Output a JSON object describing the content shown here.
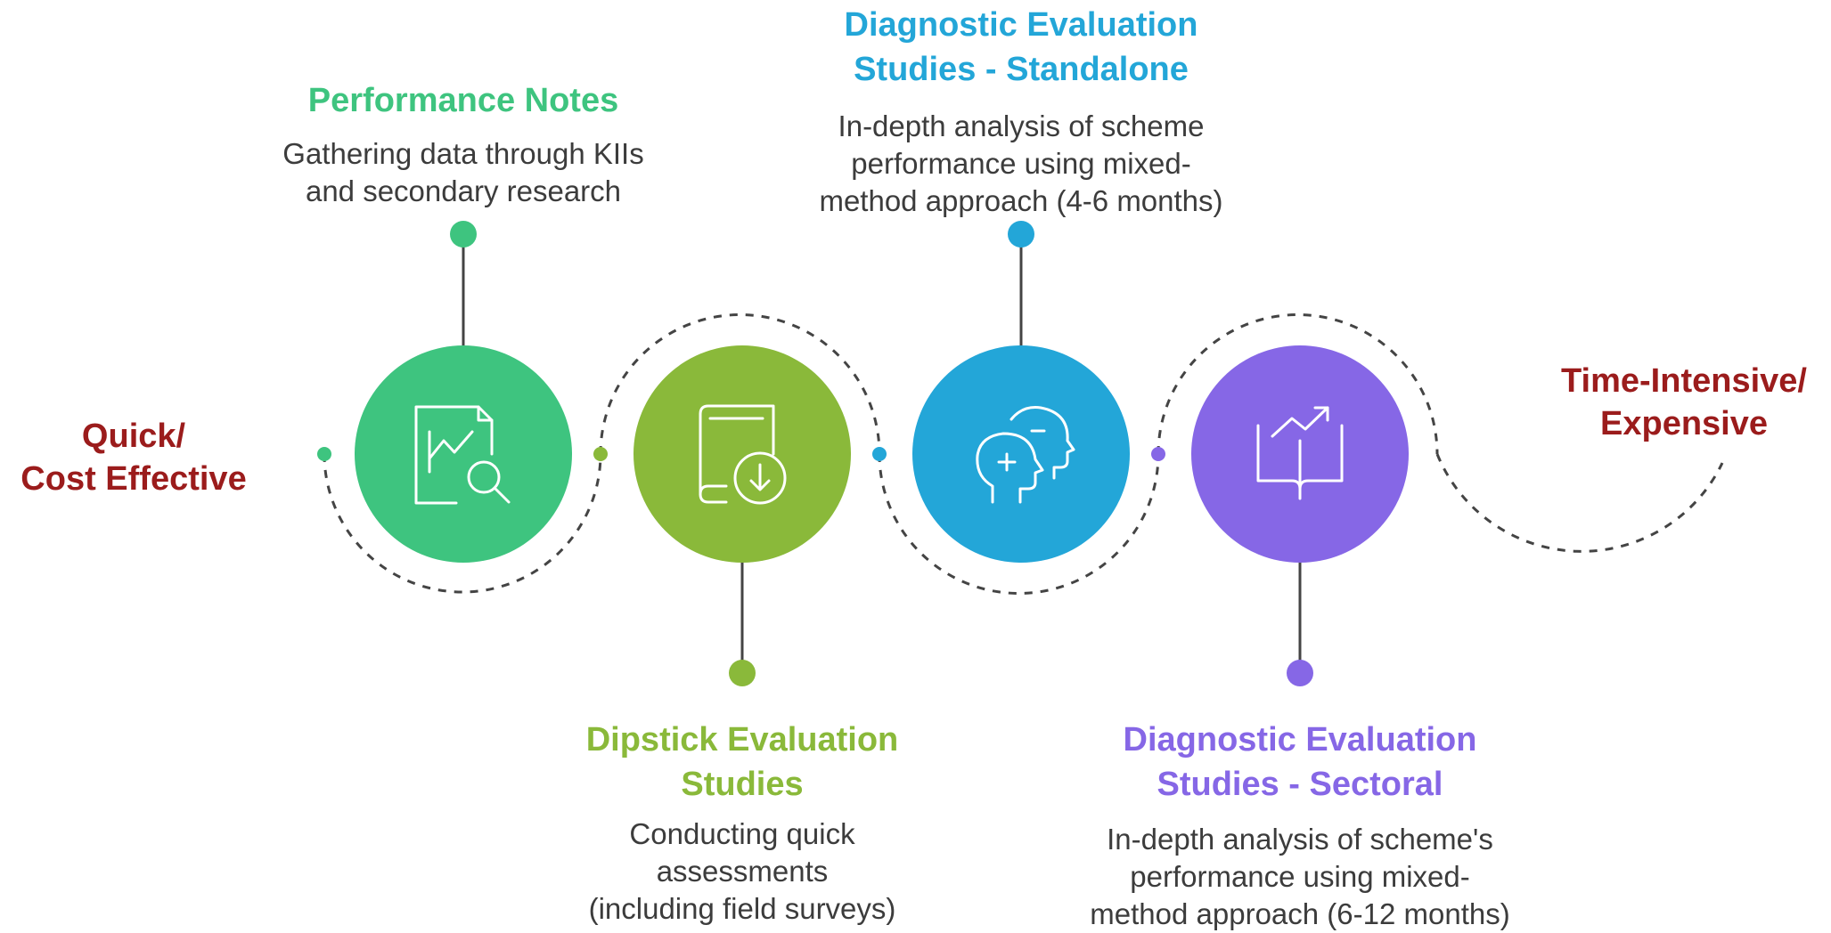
{
  "endpoints": {
    "left": "Quick/\nCost Effective",
    "right": "Time-Intensive/\nExpensive"
  },
  "colors": {
    "green": "#3ec47f",
    "lime": "#8ab93a",
    "blue": "#23a6d8",
    "purple": "#8667e6",
    "endpoint": "#9b1c1c"
  },
  "steps": [
    {
      "title": "Performance Notes",
      "description": "Gathering data through KIIs\nand secondary research",
      "icon": "chart-document-search-icon",
      "color": "green"
    },
    {
      "title": "Dipstick Evaluation\nStudies",
      "description": "Conducting quick\nassessments\n(including field surveys)",
      "icon": "book-download-icon",
      "color": "lime"
    },
    {
      "title": "Diagnostic Evaluation\nStudies  - Standalone",
      "description": "In-depth analysis of scheme\nperformance using mixed-\nmethod approach (4-6 months)",
      "icon": "two-heads-plus-minus-icon",
      "color": "blue"
    },
    {
      "title": "Diagnostic Evaluation\nStudies - Sectoral",
      "description": "In-depth analysis of scheme's\nperformance using mixed-\nmethod approach (6-12 months)",
      "icon": "open-book-growth-arrow-icon",
      "color": "purple"
    }
  ]
}
